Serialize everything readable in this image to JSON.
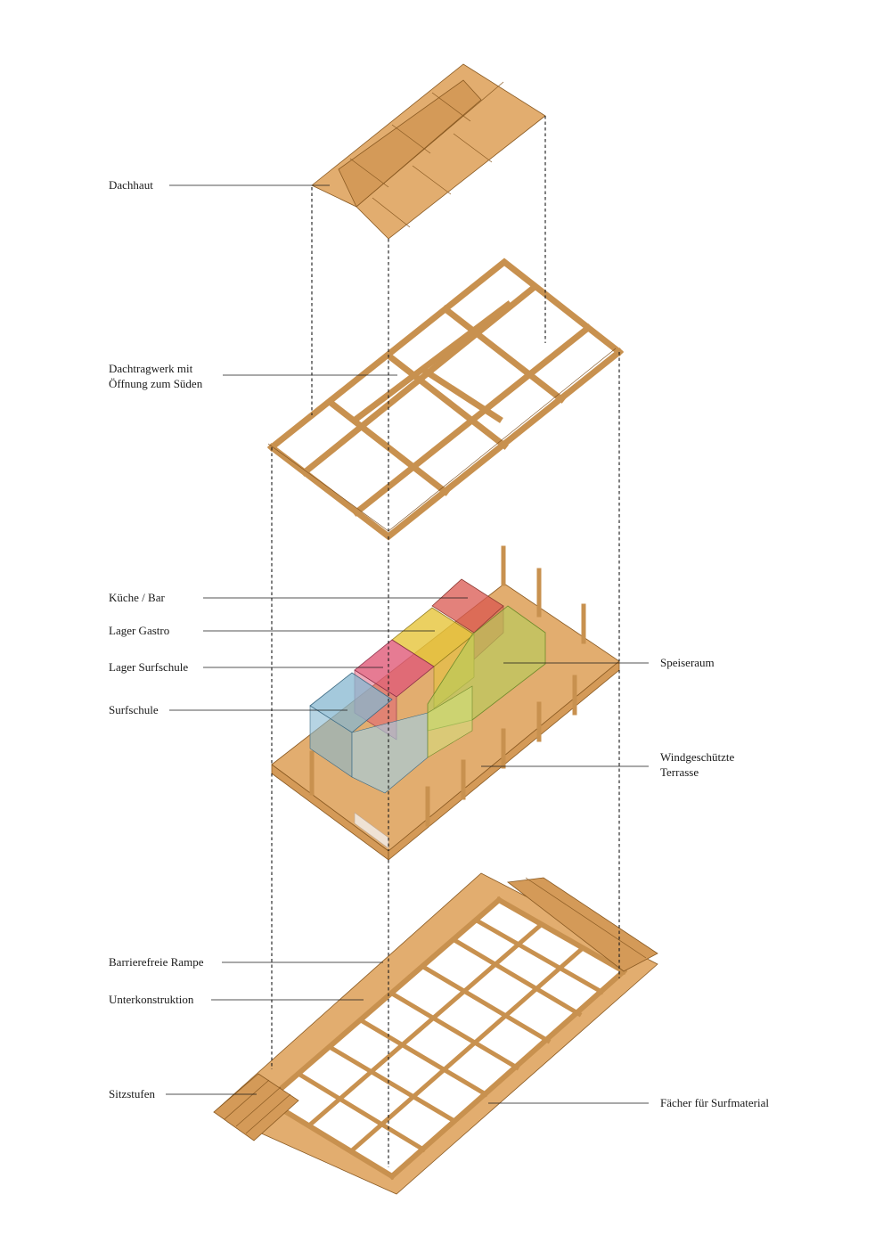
{
  "labels": {
    "dachhaut": "Dachhaut",
    "dachtragwerk_1": "Dachtragwerk mit",
    "dachtragwerk_2": "Öffnung zum Süden",
    "kueche_bar": "Küche / Bar",
    "lager_gastro": "Lager Gastro",
    "lager_surfschule": "Lager Surfschule",
    "surfschule": "Surfschule",
    "speiseraum": "Speiseraum",
    "terrasse_1": "Windgeschützte",
    "terrasse_2": "Terrasse",
    "rampe": "Barrierefreie Rampe",
    "unterkonstruktion": "Unterkonstruktion",
    "sitzstufen": "Sitzstufen",
    "faecher": "Fächer für Surfmaterial"
  },
  "colors": {
    "wood_light": "#e2ad6f",
    "wood_dark": "#c8914f",
    "kueche_bar": "#d9574f",
    "lager_gastro": "#e6c43a",
    "lager_surfschule": "#e05a78",
    "surfschule": "#86b7d0",
    "speiseraum": "#b4cf5a"
  }
}
